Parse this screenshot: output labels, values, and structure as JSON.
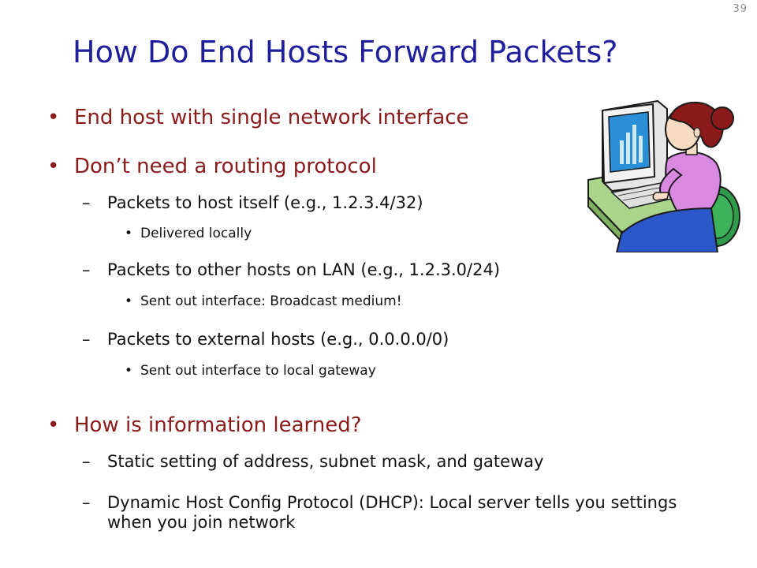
{
  "slide": {
    "number": "39",
    "title": "How Do End Hosts Forward Packets?"
  },
  "bullets": {
    "b1": "End host with single network interface",
    "b2": "Don’t need a routing protocol",
    "b2_1": "Packets to host itself (e.g., 1.2.3.4/32)",
    "b2_1_1": "Delivered locally",
    "b2_2": "Packets to other hosts on LAN (e.g., 1.2.3.0/24)",
    "b2_2_1": "Sent out interface:  Broadcast medium!",
    "b2_3": "Packets to external hosts (e.g., 0.0.0.0/0)",
    "b2_3_1": "Sent out interface to local gateway",
    "b3": "How is information learned?",
    "b3_1": "Static setting of address, subnet mask, and gateway",
    "b3_2": "Dynamic Host Config Protocol (DHCP):  Local server tells you settings when you join network"
  },
  "colors": {
    "title": "#1f1f9e",
    "level1": "#8b1a1a",
    "body": "#111111"
  },
  "icons": {
    "clipart": "woman-at-computer-icon"
  }
}
